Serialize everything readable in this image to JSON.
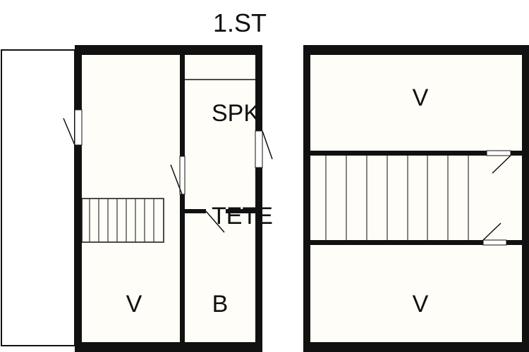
{
  "floor_label": "1.ST",
  "rooms": {
    "left_bottom": "V",
    "bath": "B",
    "closet": "SPK",
    "corridor": "TETE",
    "right_top": "V",
    "right_bottom": "V"
  },
  "colors": {
    "wall": "#111111",
    "background": "#ffffff",
    "room_fill": "#fefdf7"
  }
}
